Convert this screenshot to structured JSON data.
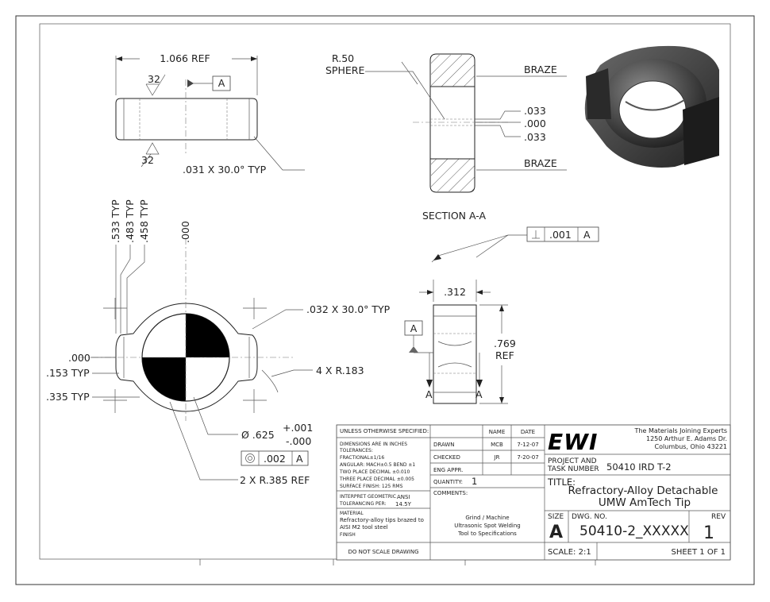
{
  "dimensions": {
    "ref_width": "1.066 REF",
    "finish_top": "32",
    "finish_bottom": "32",
    "datum_a": "A",
    "chamfer_side": ".031 X 30.0° TYP",
    "sphere_radius": "R.50",
    "sphere_label": "SPHERE",
    "braze_top": "BRAZE",
    "braze_bottom": "BRAZE",
    "offset_pos": ".033",
    "offset_zero": ".000",
    "offset_neg": ".033",
    "section_title": "SECTION A-A",
    "perp_value": ".001",
    "perp_datum": "A",
    "width_312": ".312",
    "height_769": ".769",
    "height_769_ref": "REF",
    "dim_533": ".533 TYP",
    "dim_483": ".483 TYP",
    "dim_458": ".458 TYP",
    "dim_000_top": ".000",
    "dim_000_left": ".000",
    "dim_153": ".153 TYP",
    "dim_335": ".335 TYP",
    "chamfer_front": ".032 X 30.0° TYP",
    "radius_183": "4 X R.183",
    "diameter_main": "Ø .625",
    "diameter_plus": "+.001",
    "diameter_minus": "-.000",
    "concentric_value": ".002",
    "concentric_datum": "A",
    "radius_385": "2 X R.385 REF",
    "section_mark_left": "A",
    "section_mark_right": "A"
  },
  "title_block": {
    "unless": "UNLESS OTHERWISE SPECIFIED:",
    "dims_in_inches": "DIMENSIONS ARE IN INCHES",
    "tolerances": "TOLERANCES:",
    "fractional": "FRACTIONAL±1/16",
    "angular": "ANGULAR: MACH±0.5  BEND ±1",
    "two_place": "TWO PLACE DECIMAL   ±0.010",
    "three_place": "THREE PLACE DECIMAL  ±0.005",
    "surface_finish": "SURFACE FINISH: 125 RMS",
    "interpret_geo": "INTERPRET GEOMETRIC",
    "tolerancing_per": "TOLERANCING PER:",
    "ansi": "ANSI",
    "ansi_std": "14.5Y",
    "material_label": "MATERIAL",
    "material_1": "Refractory-alloy tips brazed to",
    "material_2": "AISI M2 tool steel",
    "finish_label": "FINISH",
    "do_not_scale": "DO NOT SCALE DRAWING",
    "hdr_name": "NAME",
    "hdr_date": "DATE",
    "drawn_label": "DRAWN",
    "drawn_name": "MCB",
    "drawn_date": "7-12-07",
    "checked_label": "CHECKED",
    "checked_name": "JR",
    "checked_date": "7-20-07",
    "eng_appr": "ENG APPR.",
    "quantity_label": "QUANTITY:",
    "quantity_value": "1",
    "comments_label": "COMMENTS:",
    "comment_1": "Grind / Machine",
    "comment_2": "Ultrasonic Spot Welding",
    "comment_3": "Tool to Specifications",
    "logo_text": "EWI",
    "company_tagline": "The Materials Joining Experts",
    "company_addr1": "1250 Arthur E. Adams Dr.",
    "company_addr2": "Columbus, Ohio  43221",
    "project_label_1": "PROJECT AND",
    "project_label_2": "TASK NUMBER",
    "project_value": "50410 IRD T-2",
    "title_label": "TITLE:",
    "title_1": "Refractory-Alloy Detachable",
    "title_2": "UMW AmTech Tip",
    "size_label": "SIZE",
    "size_value": "A",
    "dwg_label": "DWG.  NO.",
    "dwg_value": "50410-2_XXXXX",
    "rev_label": "REV",
    "rev_value": "1",
    "scale_text": "SCALE: 2:1",
    "sheet_text": "SHEET 1 OF 1"
  }
}
